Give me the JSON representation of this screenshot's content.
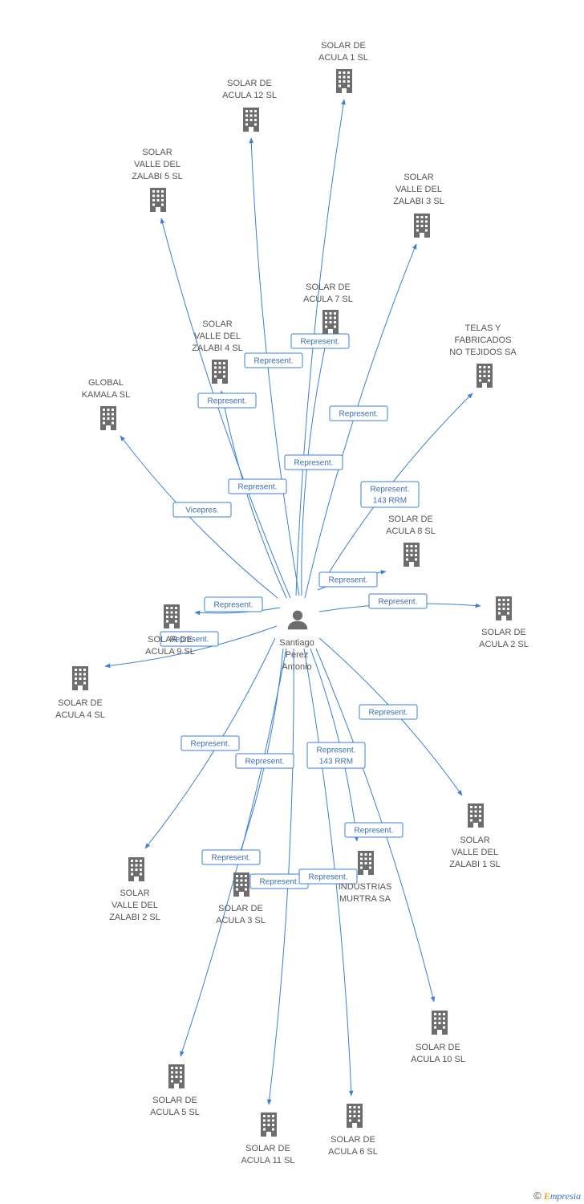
{
  "center": {
    "id": "person",
    "label_lines": [
      "Santiago",
      "Perez",
      "Antonio"
    ],
    "icon": "person-icon"
  },
  "colors": {
    "edge": "#3a7fd8",
    "icon": "#6d6d6d",
    "label": "#555555",
    "edge_label_border": "#3a7fd8",
    "edge_label_text": "#3a6fb5"
  },
  "nodes": [
    {
      "id": "acula1",
      "label_lines": [
        "SOLAR DE",
        "ACULA 1 SL"
      ],
      "icon": "building-icon"
    },
    {
      "id": "acula12",
      "label_lines": [
        "SOLAR DE",
        "ACULA 12 SL"
      ],
      "icon": "building-icon"
    },
    {
      "id": "zalabi5",
      "label_lines": [
        "SOLAR",
        "VALLE DEL",
        "ZALABI 5 SL"
      ],
      "icon": "building-icon"
    },
    {
      "id": "zalabi3",
      "label_lines": [
        "SOLAR",
        "VALLE DEL",
        "ZALABI 3 SL"
      ],
      "icon": "building-icon"
    },
    {
      "id": "acula7",
      "label_lines": [
        "SOLAR DE",
        "ACULA 7 SL"
      ],
      "icon": "building-icon"
    },
    {
      "id": "zalabi4",
      "label_lines": [
        "SOLAR",
        "VALLE DEL",
        "ZALABI 4 SL"
      ],
      "icon": "building-icon"
    },
    {
      "id": "telas",
      "label_lines": [
        "TELAS Y",
        "FABRICADOS",
        "NO TEJIDOS SA"
      ],
      "icon": "building-icon"
    },
    {
      "id": "global",
      "label_lines": [
        "GLOBAL",
        "KAMALA SL"
      ],
      "icon": "building-icon"
    },
    {
      "id": "acula8",
      "label_lines": [
        "SOLAR DE",
        "ACULA 8 SL"
      ],
      "icon": "building-icon"
    },
    {
      "id": "acula9",
      "label_lines": [
        "SOLAR DE",
        "ACULA 9 SL"
      ],
      "icon": "building-icon"
    },
    {
      "id": "acula2",
      "label_lines": [
        "SOLAR DE",
        "ACULA 2 SL"
      ],
      "icon": "building-icon"
    },
    {
      "id": "acula4",
      "label_lines": [
        "SOLAR DE",
        "ACULA 4 SL"
      ],
      "icon": "building-icon"
    },
    {
      "id": "zalabi1",
      "label_lines": [
        "SOLAR",
        "VALLE DEL",
        "ZALABI 1 SL"
      ],
      "icon": "building-icon"
    },
    {
      "id": "zalabi2",
      "label_lines": [
        "SOLAR",
        "VALLE DEL",
        "ZALABI 2 SL"
      ],
      "icon": "building-icon"
    },
    {
      "id": "acula3",
      "label_lines": [
        "SOLAR DE",
        "ACULA 3 SL"
      ],
      "icon": "building-icon"
    },
    {
      "id": "murtra",
      "label_lines": [
        "INDUSTRIAS",
        "MURTRA SA"
      ],
      "icon": "building-icon"
    },
    {
      "id": "acula10",
      "label_lines": [
        "SOLAR DE",
        "ACULA 10 SL"
      ],
      "icon": "building-icon"
    },
    {
      "id": "acula5",
      "label_lines": [
        "SOLAR DE",
        "ACULA 5 SL"
      ],
      "icon": "building-icon"
    },
    {
      "id": "acula11",
      "label_lines": [
        "SOLAR DE",
        "ACULA 11 SL"
      ],
      "icon": "building-icon"
    },
    {
      "id": "acula6",
      "label_lines": [
        "SOLAR DE",
        "ACULA 6 SL"
      ],
      "icon": "building-icon"
    }
  ],
  "edges": [
    {
      "to": "acula1",
      "label_lines": [
        "Represent."
      ]
    },
    {
      "to": "acula12",
      "label_lines": [
        "Represent."
      ]
    },
    {
      "to": "zalabi5",
      "label_lines": [
        "Represent."
      ]
    },
    {
      "to": "zalabi3",
      "label_lines": [
        "Represent."
      ]
    },
    {
      "to": "acula7",
      "label_lines": [
        "Represent."
      ]
    },
    {
      "to": "zalabi4",
      "label_lines": [
        "Represent."
      ]
    },
    {
      "to": "telas",
      "label_lines": [
        "Represent.",
        "143 RRM"
      ]
    },
    {
      "to": "global",
      "label_lines": [
        "Vicepres."
      ]
    },
    {
      "to": "acula8",
      "label_lines": [
        "Represent."
      ]
    },
    {
      "to": "acula9",
      "label_lines": [
        "Represent."
      ]
    },
    {
      "to": "acula2",
      "label_lines": [
        "Represent."
      ]
    },
    {
      "to": "acula4",
      "label_lines": [
        "Represent."
      ]
    },
    {
      "to": "zalabi1",
      "label_lines": [
        "Represent."
      ]
    },
    {
      "to": "zalabi2",
      "label_lines": [
        "Represent."
      ]
    },
    {
      "to": "acula3",
      "label_lines": [
        "Represent."
      ]
    },
    {
      "to": "murtra",
      "label_lines": [
        "Represent.",
        "143 RRM"
      ]
    },
    {
      "to": "acula10",
      "label_lines": [
        "Represent."
      ]
    },
    {
      "to": "acula5",
      "label_lines": [
        "Represent."
      ]
    },
    {
      "to": "acula11",
      "label_lines": [
        "Represent."
      ]
    },
    {
      "to": "acula6",
      "label_lines": [
        "Represent."
      ]
    }
  ],
  "brand": {
    "copyright": "©",
    "first_letter": "E",
    "rest": "mpresia"
  }
}
